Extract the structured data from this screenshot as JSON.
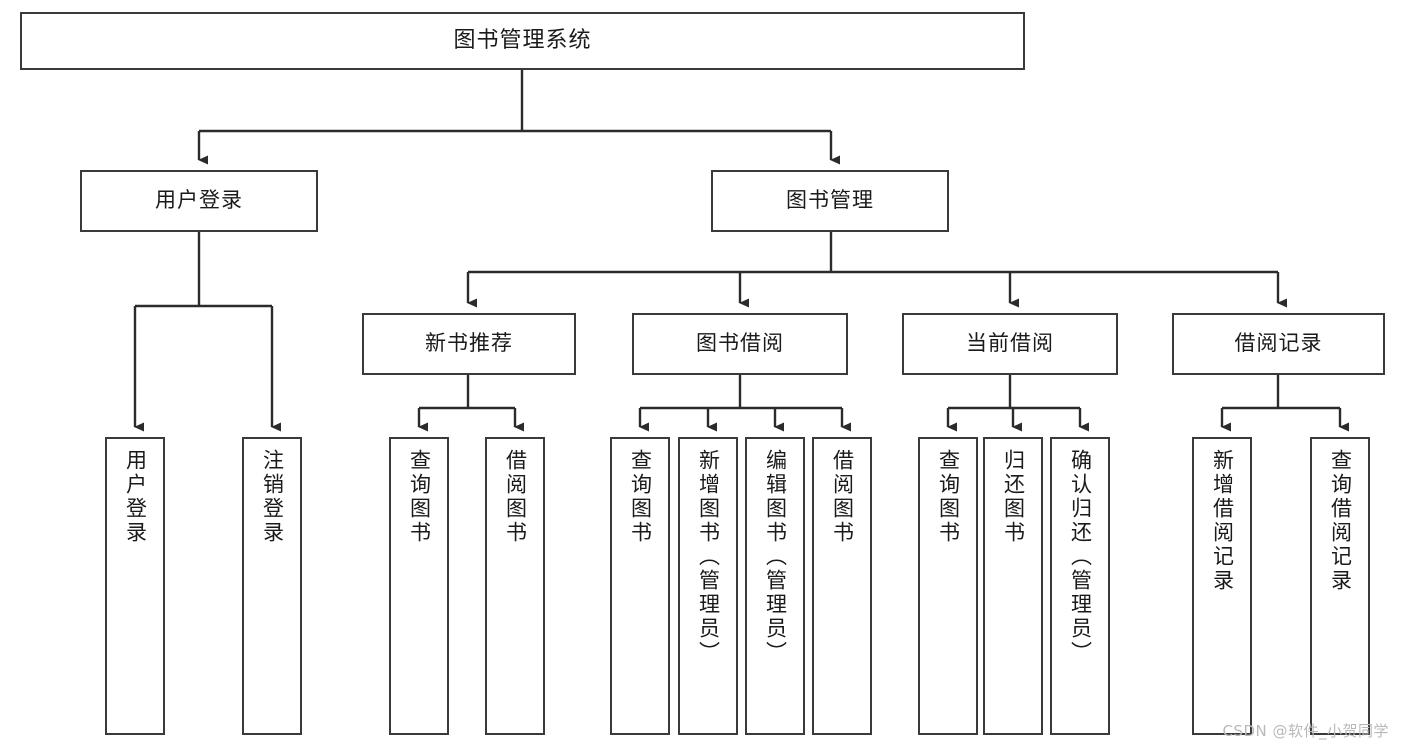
{
  "diagram": {
    "type": "tree-hierarchy-chart",
    "title": "图书管理系统",
    "orientation": "top-down",
    "box_fill": "#ffffff",
    "box_stroke": "#3a3a3a",
    "connector_color": "#2b2b2b",
    "background": "#ffffff",
    "watermark": "CSDN @软件_小贺同学",
    "nodes": {
      "root": {
        "label": "图书管理系统",
        "level": 0
      },
      "level1": [
        {
          "id": "user-login",
          "label": "用户登录",
          "level": 1
        },
        {
          "id": "book-management",
          "label": "图书管理",
          "level": 1
        }
      ],
      "level2": [
        {
          "id": "new-book-recommend",
          "label": "新书推荐",
          "level": 2,
          "parent": "book-management"
        },
        {
          "id": "book-borrow",
          "label": "图书借阅",
          "level": 2,
          "parent": "book-management"
        },
        {
          "id": "current-borrow",
          "label": "当前借阅",
          "level": 2,
          "parent": "book-management"
        },
        {
          "id": "borrow-record",
          "label": "借阅记录",
          "level": 2,
          "parent": "book-management"
        }
      ],
      "leaves": [
        {
          "id": "leaf-user-login",
          "label": "用户登录",
          "parent": "user-login"
        },
        {
          "id": "leaf-logout",
          "label": "注销登录",
          "parent": "user-login"
        },
        {
          "id": "leaf-query-book-1",
          "label": "查询图书",
          "parent": "new-book-recommend"
        },
        {
          "id": "leaf-borrow-book-1",
          "label": "借阅图书",
          "parent": "new-book-recommend"
        },
        {
          "id": "leaf-query-book-2",
          "label": "查询图书",
          "parent": "book-borrow"
        },
        {
          "id": "leaf-add-book",
          "label": "新增图书（管理员）",
          "parent": "book-borrow"
        },
        {
          "id": "leaf-edit-book",
          "label": "编辑图书（管理员）",
          "parent": "book-borrow"
        },
        {
          "id": "leaf-borrow-book-2",
          "label": "借阅图书",
          "parent": "book-borrow"
        },
        {
          "id": "leaf-query-book-3",
          "label": "查询图书",
          "parent": "current-borrow"
        },
        {
          "id": "leaf-return-book",
          "label": "归还图书",
          "parent": "current-borrow"
        },
        {
          "id": "leaf-confirm-return",
          "label": "确认归还（管理员）",
          "parent": "current-borrow"
        },
        {
          "id": "leaf-add-record",
          "label": "新增借阅记录",
          "parent": "borrow-record"
        },
        {
          "id": "leaf-query-record",
          "label": "查询借阅记录",
          "parent": "borrow-record"
        }
      ]
    }
  }
}
